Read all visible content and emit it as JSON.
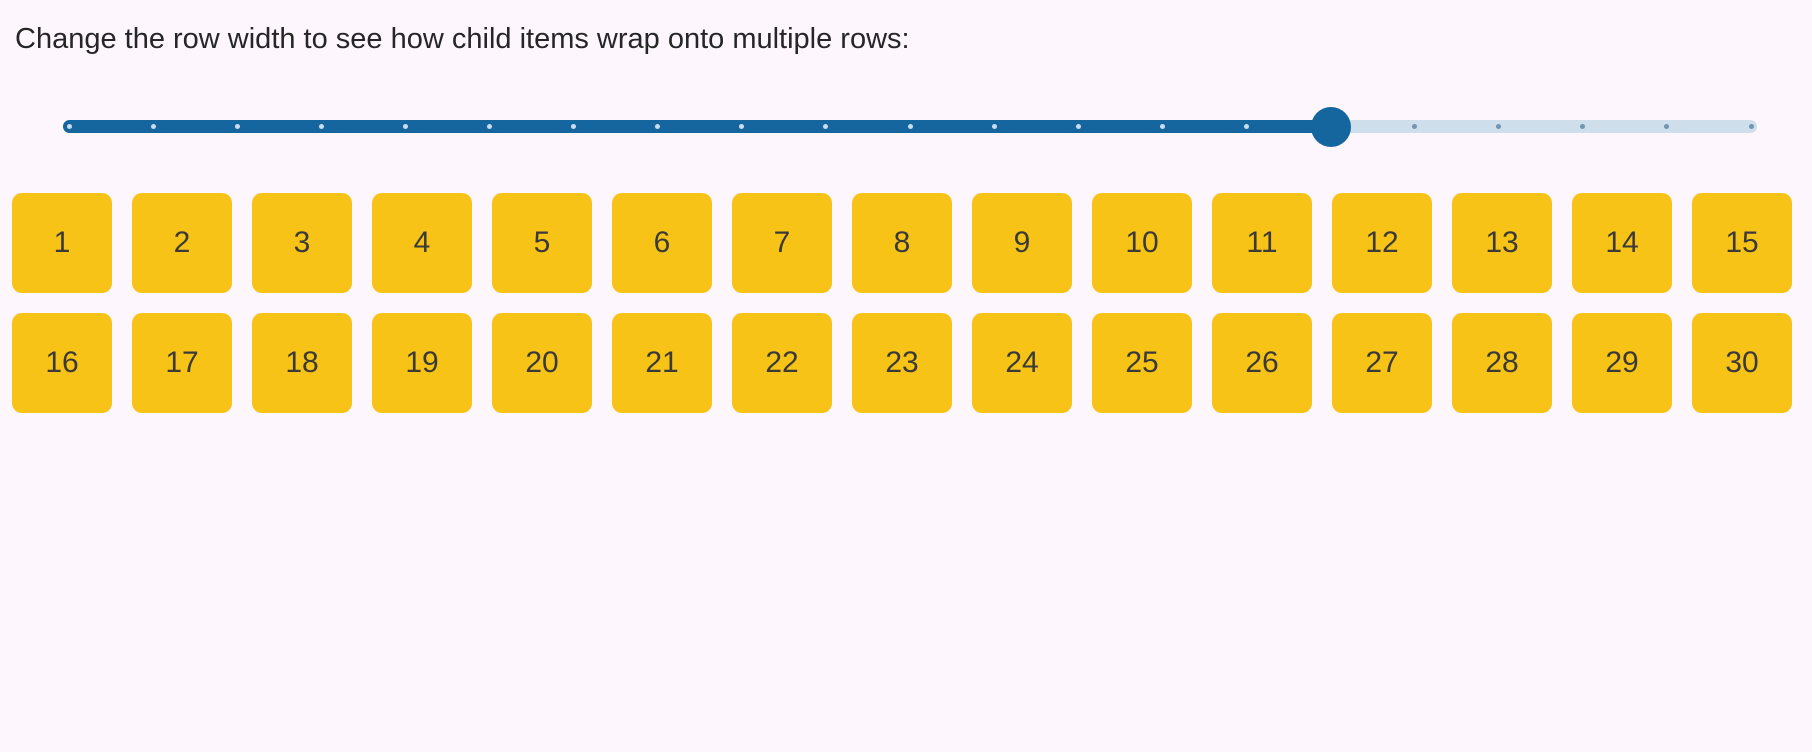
{
  "page": {
    "background": "#FDF6FD"
  },
  "header": {
    "label": "Change the row width to see how child items wrap onto multiple rows:",
    "text_color": "#262626"
  },
  "slider": {
    "min": 0,
    "max": 20,
    "value": 15,
    "tick_count": 21,
    "accent_color": "#15669F",
    "rail_color": "#CEDEEB",
    "tick_color_on_filled": "#C7DCEC",
    "tick_color_on_rail": "#6E96B5"
  },
  "tiles": {
    "background_color": "#F7C316",
    "text_color": "#3B3A39",
    "items": [
      "1",
      "2",
      "3",
      "4",
      "5",
      "6",
      "7",
      "8",
      "9",
      "10",
      "11",
      "12",
      "13",
      "14",
      "15",
      "16",
      "17",
      "18",
      "19",
      "20",
      "21",
      "22",
      "23",
      "24",
      "25",
      "26",
      "27",
      "28",
      "29",
      "30"
    ]
  }
}
